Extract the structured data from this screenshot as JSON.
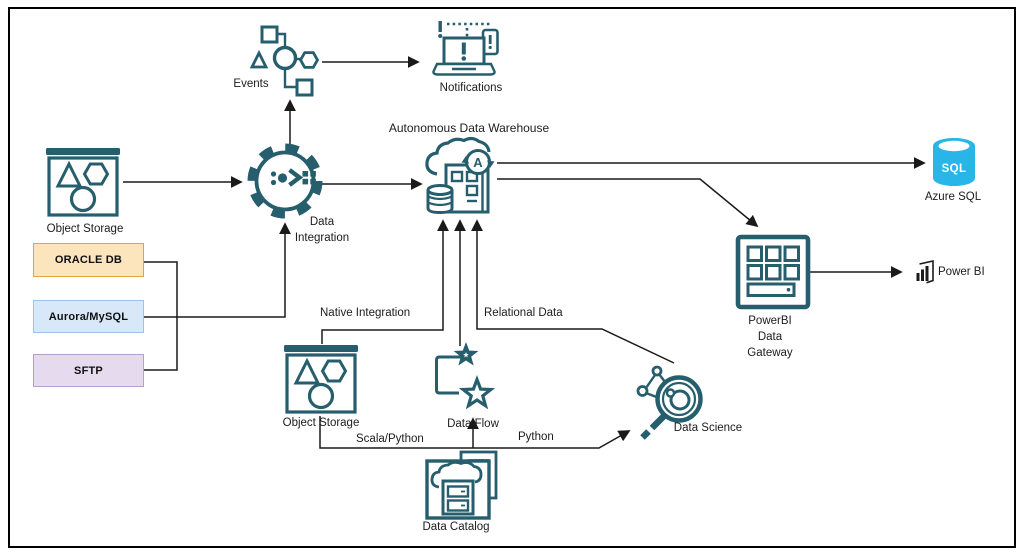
{
  "diagram": {
    "nodes": {
      "events": {
        "label": "Events"
      },
      "notifications": {
        "label": "Notifications"
      },
      "adw": {
        "label": "Autonomous Data Warehouse",
        "icon_letter": "A"
      },
      "object_storage_top": {
        "label": "Object Storage"
      },
      "data_integration": {
        "label": "Data Integration"
      },
      "oracle_db": {
        "label": "ORACLE DB"
      },
      "aurora_mysql": {
        "label": "Aurora/MySQL"
      },
      "sftp": {
        "label": "SFTP"
      },
      "azure_sql": {
        "label": "Azure SQL",
        "icon_text": "SQL"
      },
      "powerbi_gateway": {
        "label": "PowerBI Data Gateway"
      },
      "power_bi": {
        "label": "Power BI"
      },
      "object_storage_bottom": {
        "label": "Object Storage"
      },
      "data_flow": {
        "label": "Data Flow"
      },
      "data_science": {
        "label": "Data Science"
      },
      "data_catalog": {
        "label": "Data Catalog"
      }
    },
    "edge_labels": {
      "native_integration": "Native Integration",
      "relational_data": "Relational Data",
      "scala_python": "Scala/Python",
      "python": "Python"
    }
  },
  "colors": {
    "icon_teal": "#265E6D",
    "line": "#1a1a1a",
    "azure_blue": "#29B5E8",
    "oracle_fill": "#FCE4BD",
    "oracle_border": "#E0A43F",
    "aurora_fill": "#D8E8F8",
    "aurora_border": "#9FC2E6",
    "sftp_fill": "#E6DAEE",
    "sftp_border": "#B79FCC"
  }
}
